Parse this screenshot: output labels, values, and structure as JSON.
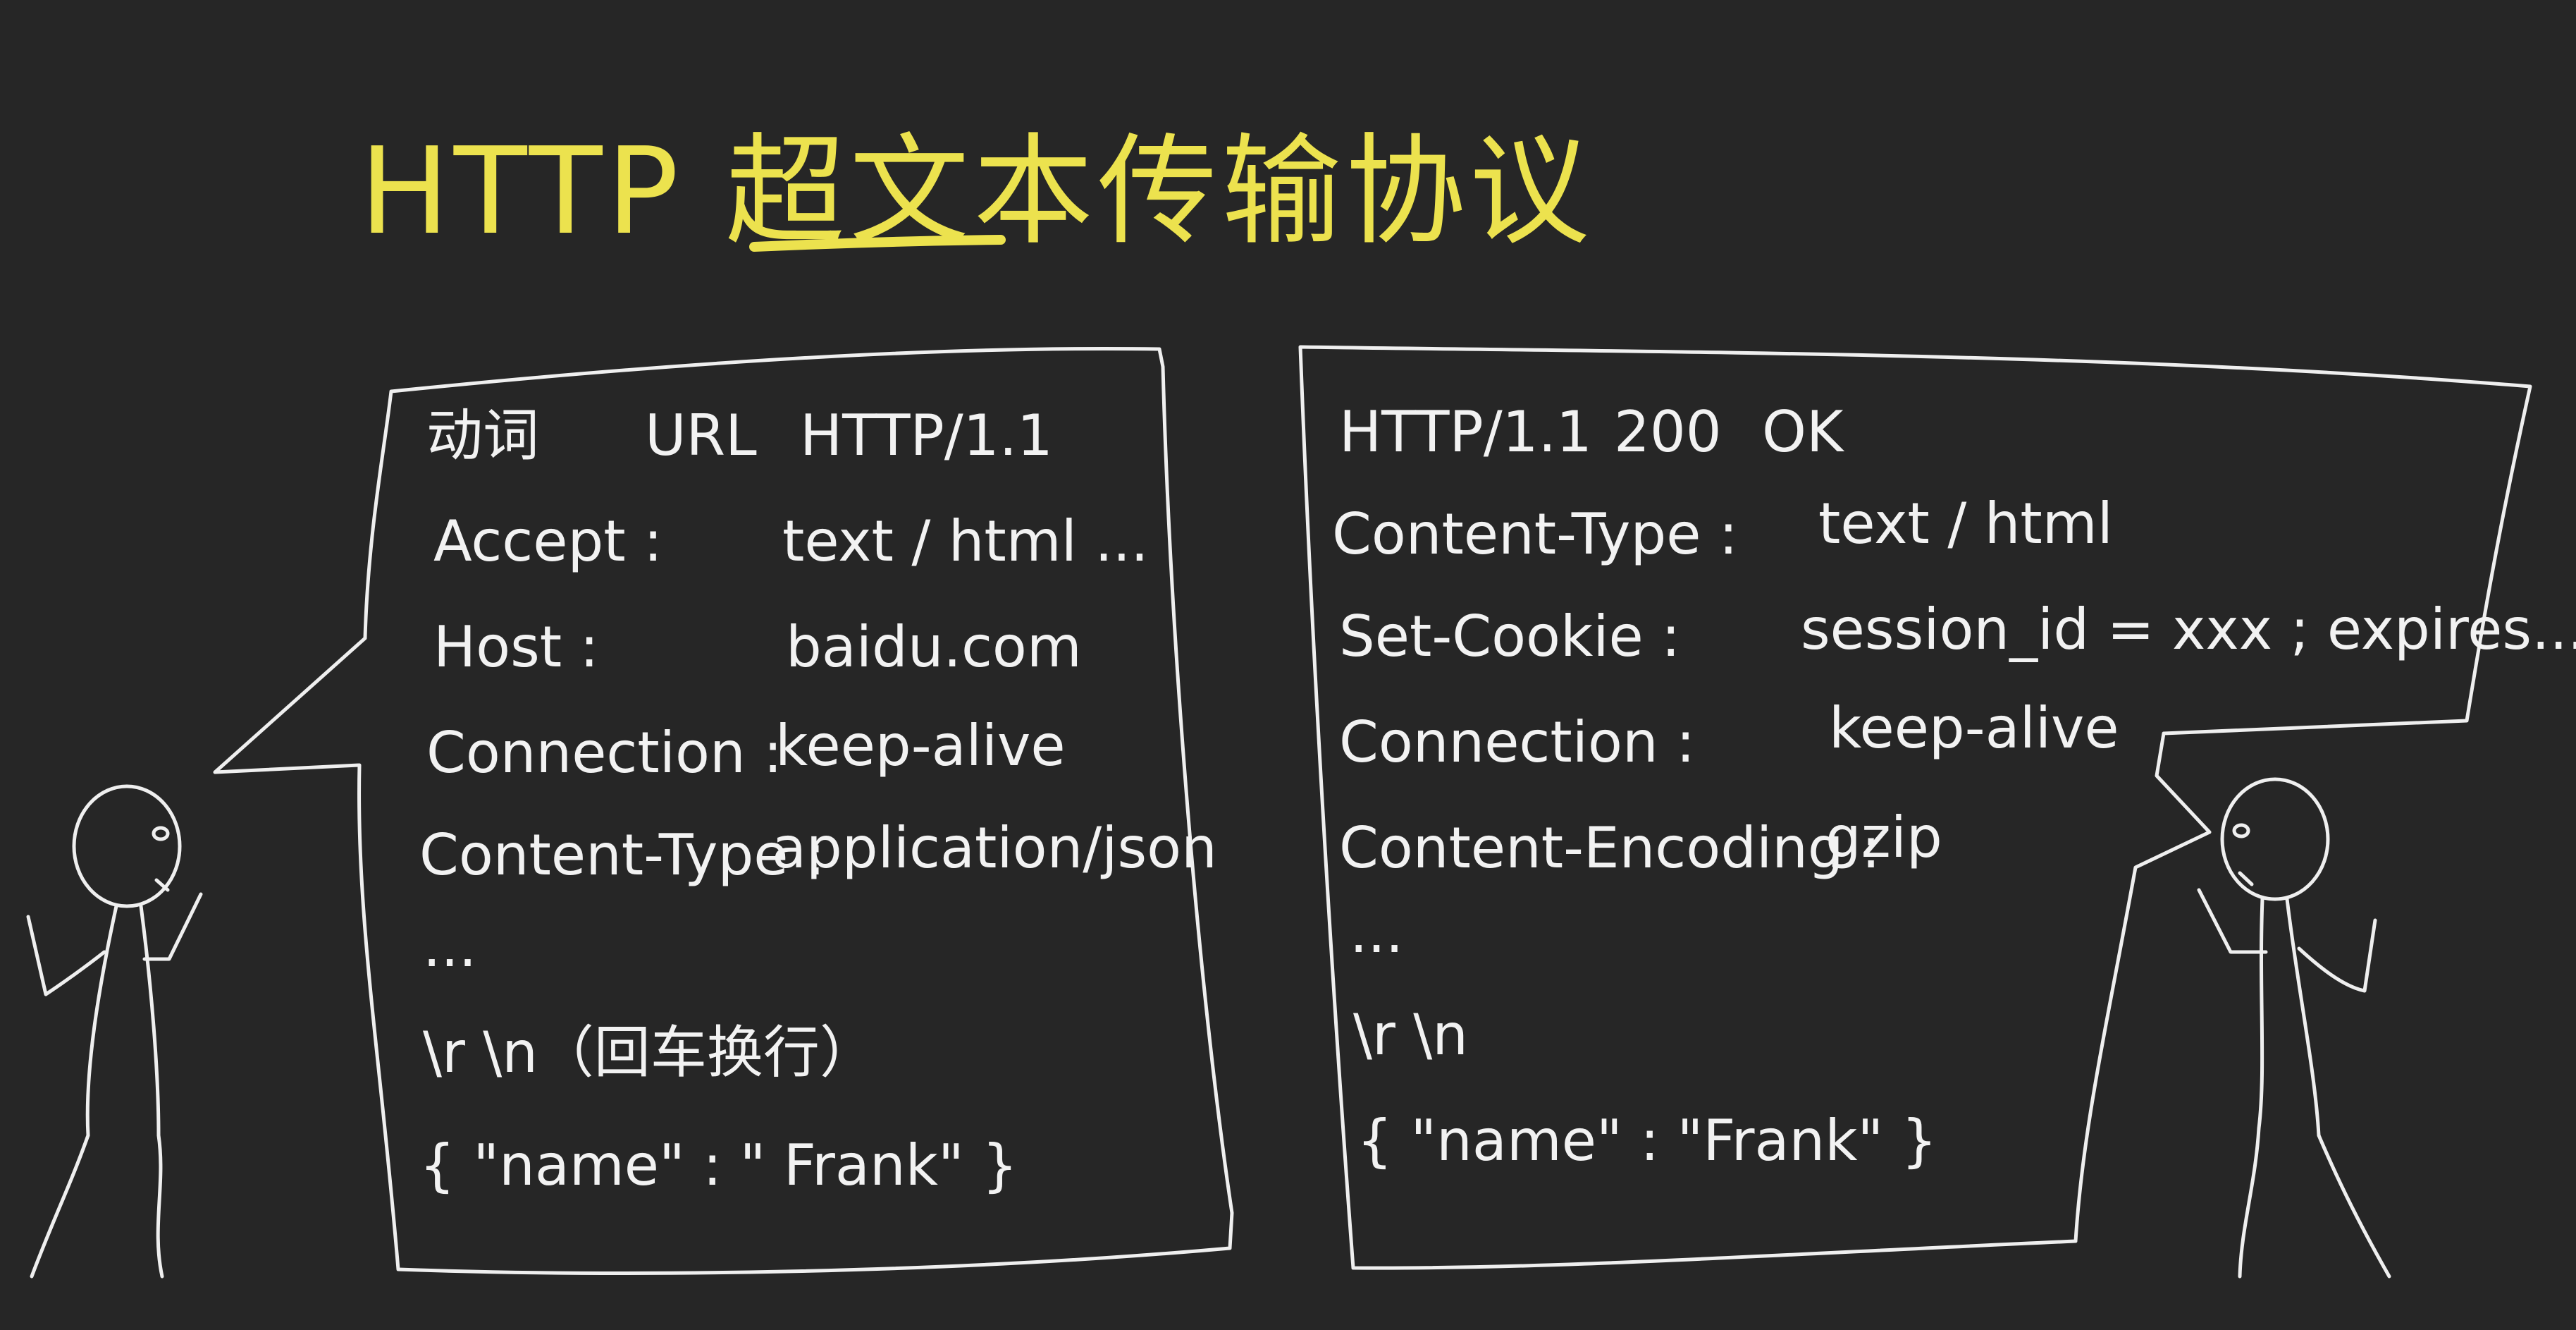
{
  "title": "HTTP 超文本传输协议",
  "request": {
    "lines": [
      [
        "动词",
        "URL",
        "HTTP/1.1"
      ],
      [
        "Accept :",
        "text / html ..."
      ],
      [
        "Host :",
        "baidu.com"
      ],
      [
        "Connection :",
        "keep-alive"
      ],
      [
        "Content-Type :",
        "application/json"
      ],
      [
        "..."
      ],
      [
        "\\r \\n（回车换行）"
      ],
      [
        "{ \"name\" : \" Frank\" }"
      ]
    ]
  },
  "response": {
    "lines": [
      [
        "HTTP/1.1",
        "200",
        "OK"
      ],
      [
        "Content-Type :",
        "text / html"
      ],
      [
        "Set-Cookie :",
        "session_id = xxx ; expires..."
      ],
      [
        "Connection :",
        "keep-alive"
      ],
      [
        "Content-Encoding :",
        "gzip"
      ],
      [
        "..."
      ],
      [
        "\\r \\n"
      ],
      [
        "{ \"name\" : \"Frank\" }"
      ]
    ]
  },
  "colors": {
    "background": "#262626",
    "title": "#ece24e",
    "chalk": "#efefef"
  }
}
